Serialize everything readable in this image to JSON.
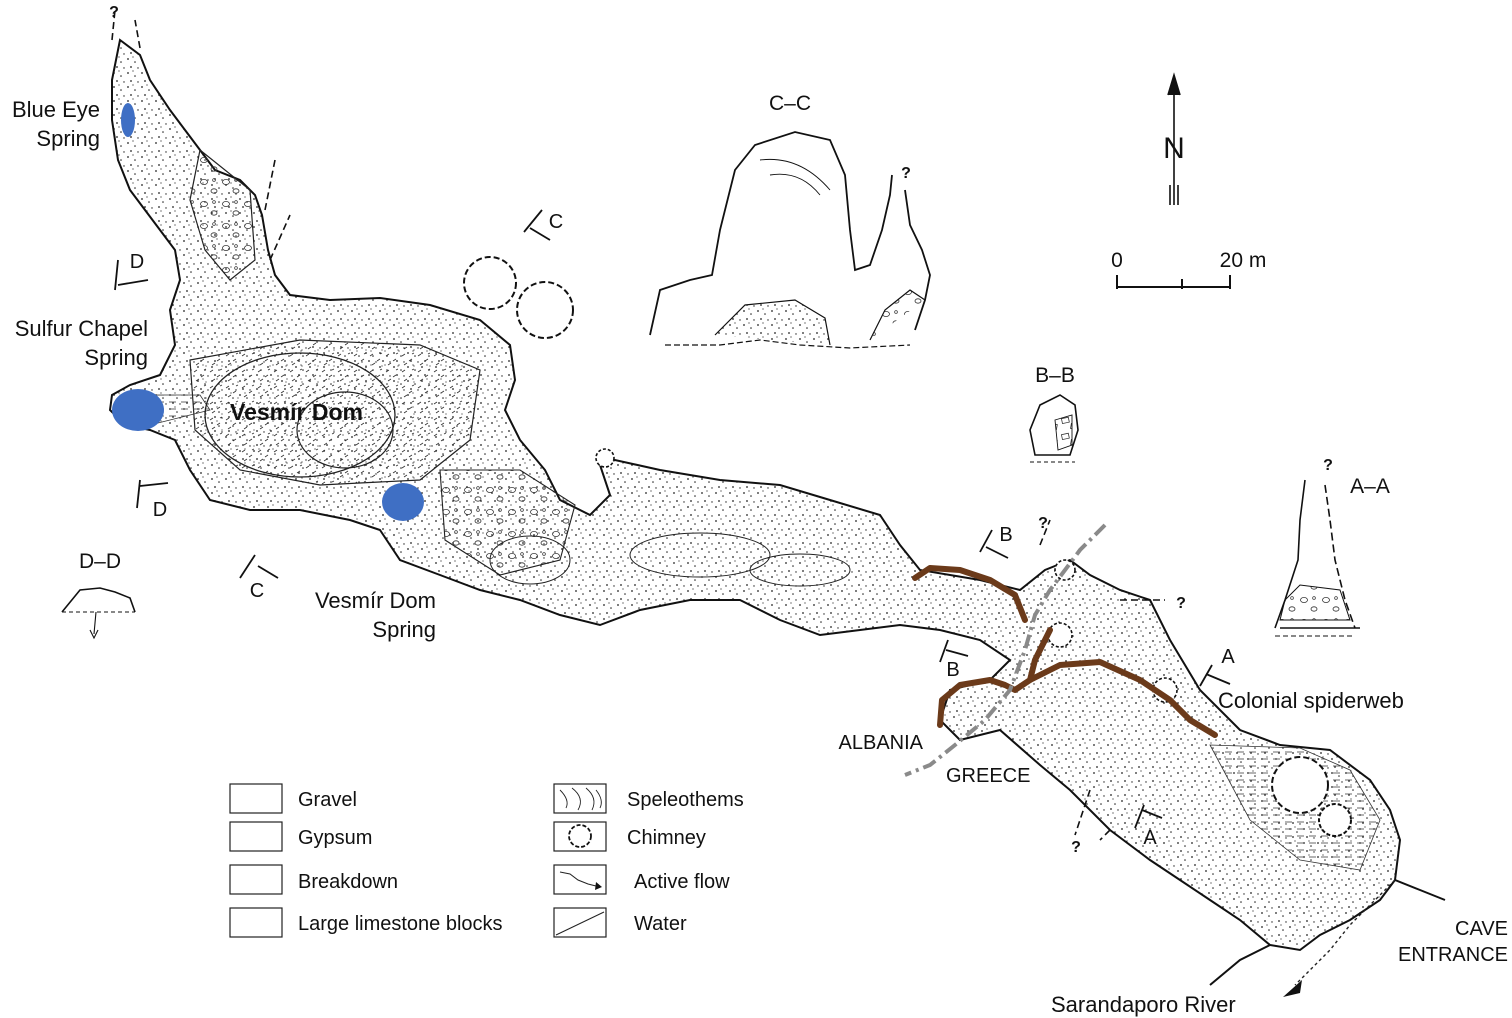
{
  "colors": {
    "water": "#3f6fc4",
    "border": "#6b3a1a",
    "boundary": "#8a8a8a",
    "ink": "#111111"
  },
  "springs": {
    "blue_eye": [
      "Blue Eye",
      "Spring"
    ],
    "sulfur_chapel": [
      "Sulfur Chapel",
      "Spring"
    ],
    "vesmir_dom": [
      "Vesmír Dom",
      "Spring"
    ]
  },
  "chamber_title": "Vesmír Dom",
  "sections": {
    "cc": "C–C",
    "bb": "B–B",
    "aa": "A–A",
    "dd": "D–D"
  },
  "section_markers": {
    "a": "A",
    "b": "B",
    "c": "C",
    "d": "D"
  },
  "unknown_mark": "?",
  "north": "N",
  "scale": {
    "zero": "0",
    "max": "20 m"
  },
  "countries": {
    "albania": "ALBANIA",
    "greece": "GREECE"
  },
  "colonial_spiderweb": "Colonial spiderweb",
  "cave_entrance": [
    "CAVE",
    "ENTRANCE"
  ],
  "river": "Sarandaporo River",
  "legend": {
    "left": [
      {
        "label": "Gravel",
        "icon": "gravel-pattern"
      },
      {
        "label": "Gypsum",
        "icon": "gypsum-pattern"
      },
      {
        "label": "Breakdown",
        "icon": "breakdown-pattern"
      },
      {
        "label": "Large limestone blocks",
        "icon": "limestone-blocks-pattern"
      }
    ],
    "right": [
      {
        "label": "Speleothems",
        "icon": "speleothems-pattern"
      },
      {
        "label": "Chimney",
        "icon": "chimney-symbol"
      },
      {
        "label": "Active flow",
        "icon": "active-flow-symbol"
      },
      {
        "label": "Water",
        "icon": "water-pattern"
      }
    ]
  }
}
